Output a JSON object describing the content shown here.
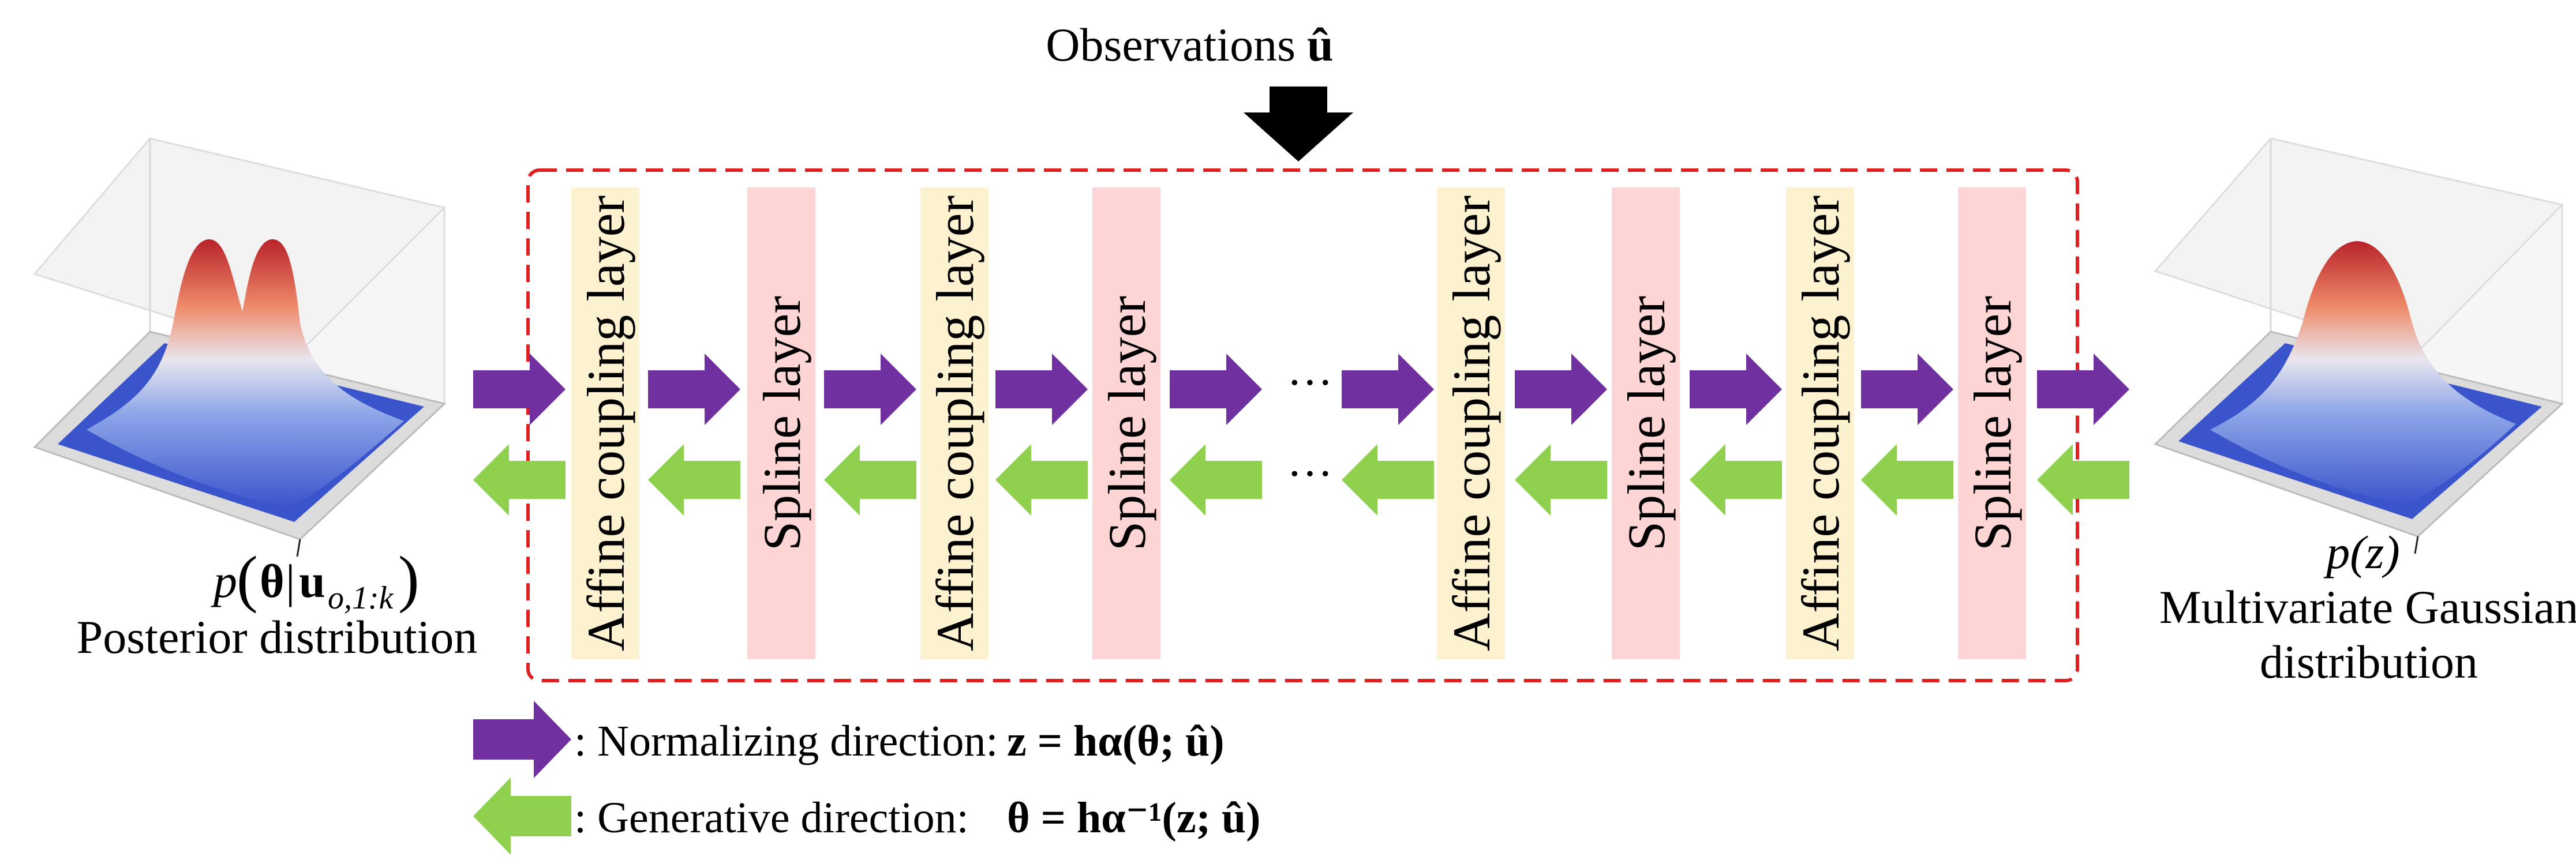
{
  "observations": {
    "label": "Observations",
    "symbol": "û"
  },
  "layers": [
    {
      "kind": "affine",
      "label": "Affine coupling layer"
    },
    {
      "kind": "spline",
      "label": "Spline layer"
    },
    {
      "kind": "affine",
      "label": "Affine coupling layer"
    },
    {
      "kind": "spline",
      "label": "Spline layer"
    },
    {
      "kind": "affine",
      "label": "Affine coupling layer"
    },
    {
      "kind": "spline",
      "label": "Spline layer"
    },
    {
      "kind": "affine",
      "label": "Affine coupling layer"
    },
    {
      "kind": "spline",
      "label": "Spline layer"
    }
  ],
  "ellipsis": "···",
  "posterior": {
    "formula_p": "p",
    "formula_theta": "θ",
    "formula_bar": "|",
    "formula_u": "u",
    "formula_sub": "o,1:k",
    "label": "Posterior distribution"
  },
  "gaussian": {
    "formula": "p(z)",
    "label_line1": "Multivariate Gaussian",
    "label_line2": "distribution"
  },
  "legend": {
    "normalizing_prefix": ": Normalizing direction: ",
    "normalizing_eq": "z = hα(θ; û)",
    "generative_prefix": ": Generative direction: ",
    "generative_eq": "θ = hα⁻¹(z; û)"
  },
  "colors": {
    "affine_fill": "#fdf2cf",
    "spline_fill": "#fdd5d5",
    "normalizing_arrow": "#7030a0",
    "generative_arrow": "#8fd04e",
    "dashed_box": "#e02020",
    "surface_low": "#3a55cc",
    "surface_high": "#b8232a"
  }
}
